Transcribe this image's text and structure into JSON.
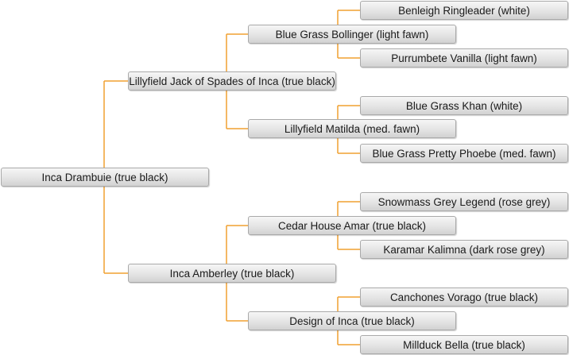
{
  "pedigree": {
    "subject": "Inca Drambuie (true black)",
    "sire": "Lillyfield Jack of Spades of Inca (true black)",
    "dam": "Inca Amberley (true black)",
    "sire_sire": "Blue Grass Bollinger (light fawn)",
    "sire_dam": "Lillyfield Matilda (med. fawn)",
    "dam_sire": "Cedar House Amar (true black)",
    "dam_dam": "Design of Inca (true black)",
    "ss_sire": "Benleigh Ringleader (white)",
    "ss_dam": "Purrumbete Vanilla (light fawn)",
    "sd_sire": "Blue Grass Khan (white)",
    "sd_dam": "Blue Grass Pretty Phoebe (med. fawn)",
    "ds_sire": "Snowmass Grey Legend (rose grey)",
    "ds_dam": "Karamar Kalimna (dark rose grey)",
    "dd_sire": "Canchones Vorago (true black)",
    "dd_dam": "Millduck Bella (true black)"
  },
  "colors": {
    "connector": "#f0a030",
    "node_border": "#a9a9a9",
    "node_text": "#1a1a1a"
  }
}
